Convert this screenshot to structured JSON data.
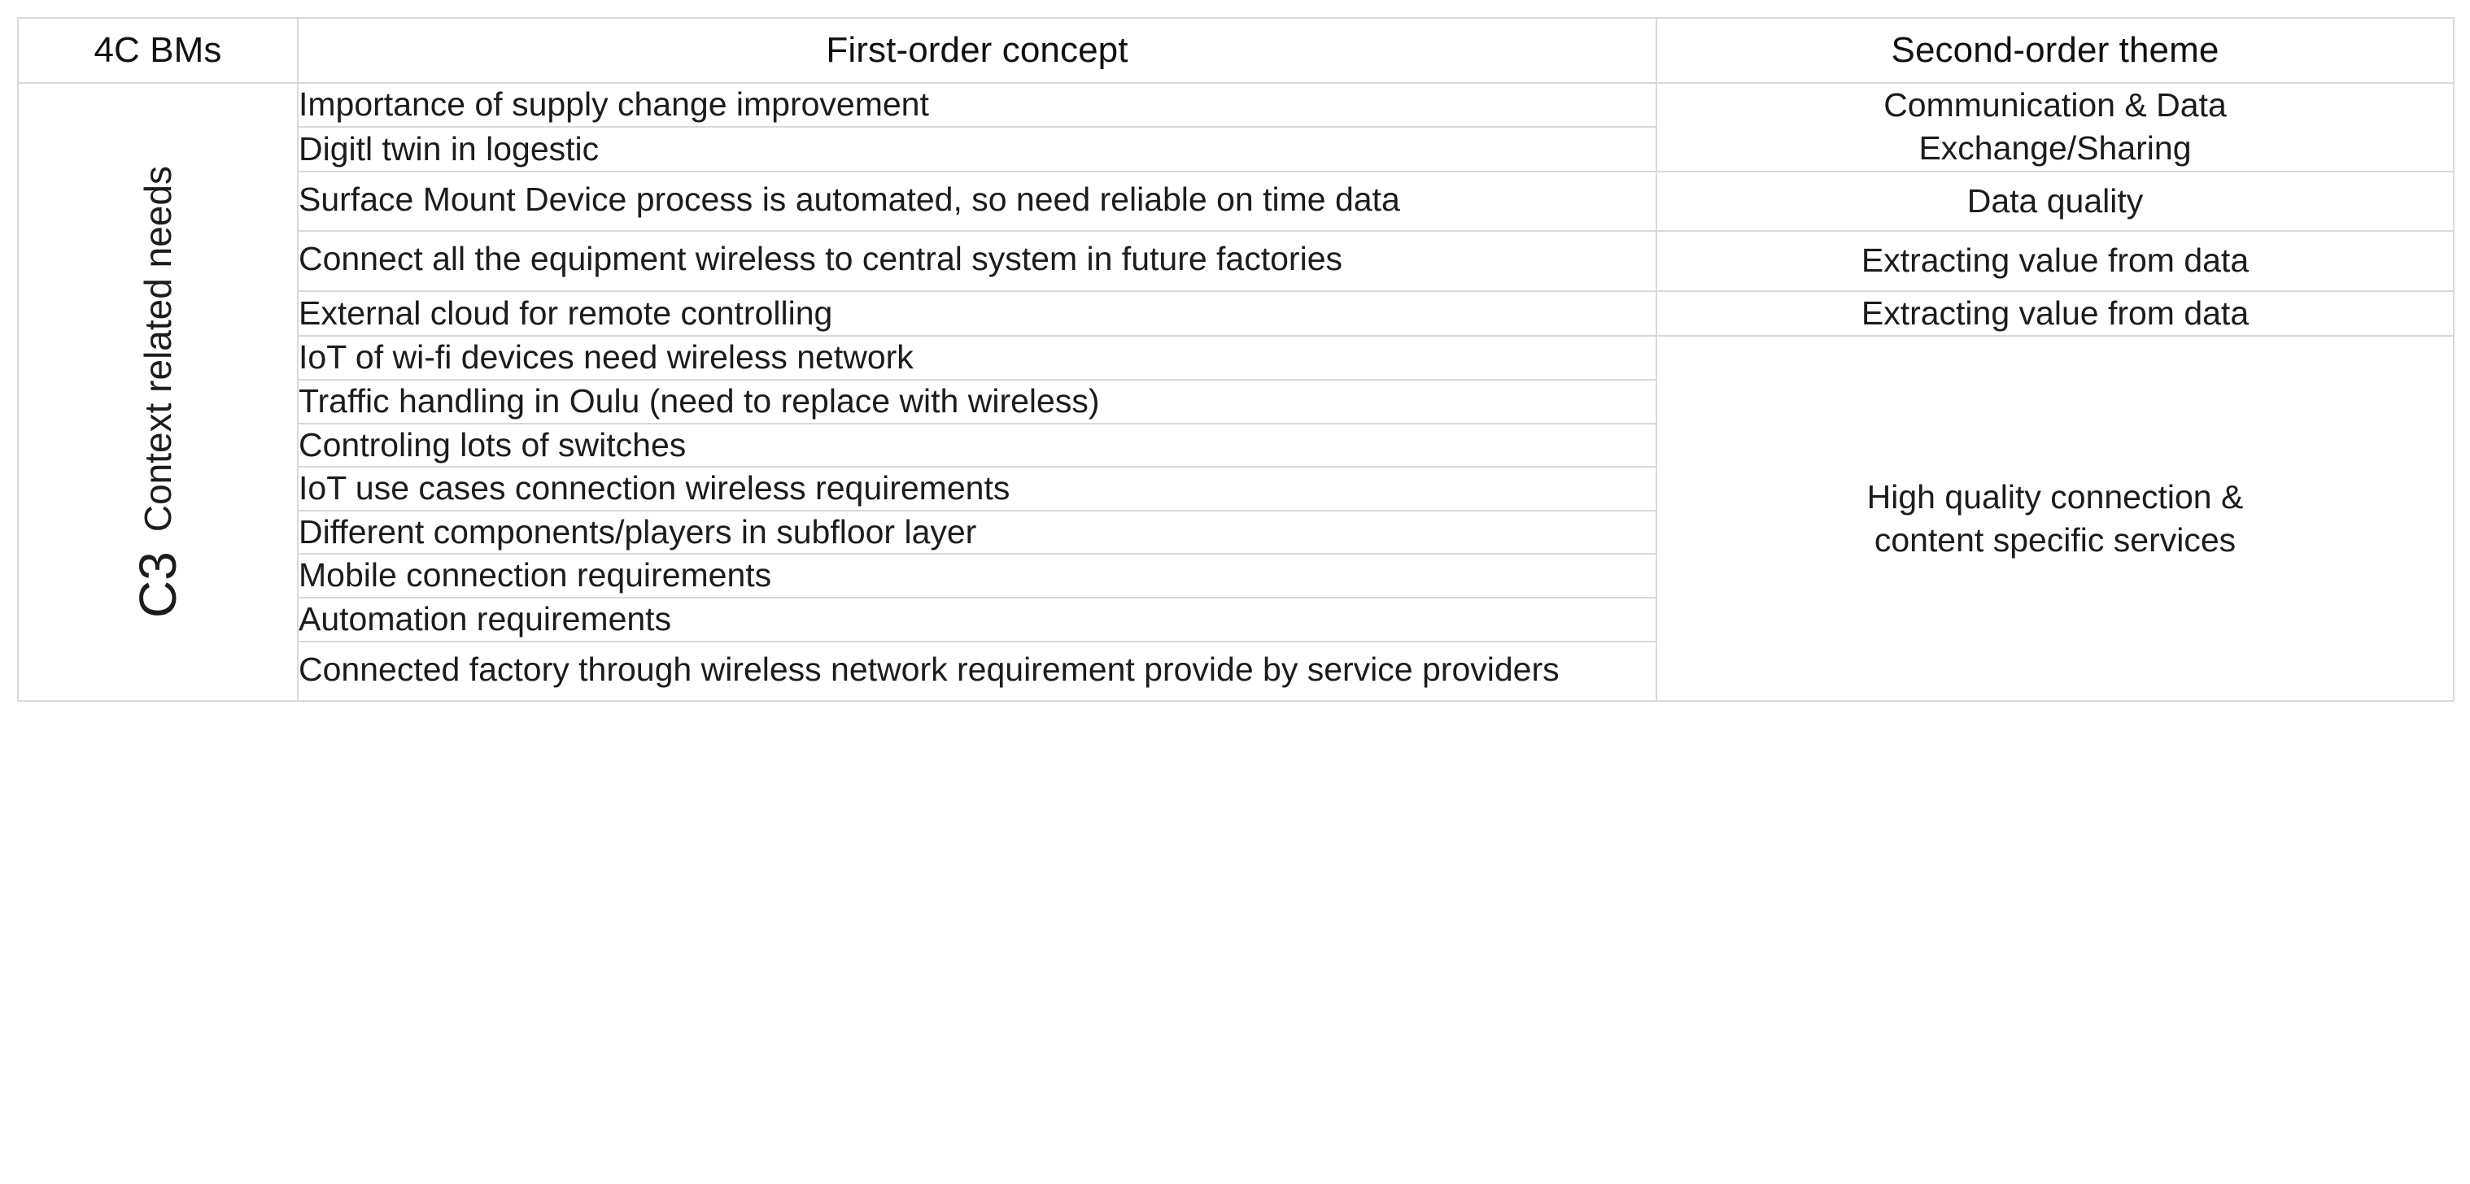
{
  "table": {
    "columns": [
      {
        "key": "bm",
        "header": "4C BMs"
      },
      {
        "key": "first",
        "header": "First-order concept"
      },
      {
        "key": "second",
        "header": "Second-order theme"
      }
    ],
    "row_group": {
      "code": "C3",
      "label": "Context related needs"
    },
    "first_order_concepts": [
      "Importance of supply change improvement",
      "Digitl twin in logestic",
      "Surface Mount Device process is automated, so need reliable on time data",
      " Connect all the equipment wireless to central system in future factories",
      "External cloud for remote controlling",
      "IoT of wi-fi devices need wireless network",
      "Traffic handling in Oulu (need to replace with wireless)",
      "Controling lots of switches",
      "IoT use cases connection wireless requirements",
      "Different components/players in subfloor layer",
      "Mobile connection requirements",
      "Automation requirements",
      "Connected factory through wireless network requirement provide by service providers"
    ],
    "second_order_themes": [
      {
        "text": "Communication & Data Exchange/Sharing",
        "line1": "Communication & Data",
        "line2": "Exchange/Sharing",
        "span": 2
      },
      {
        "text": "Data quality",
        "line1": "Data quality",
        "line2": "",
        "span": 1
      },
      {
        "text": "Extracting value from data",
        "line1": "Extracting value from data",
        "line2": "",
        "span": 1
      },
      {
        "text": "Extracting value from data",
        "line1": "Extracting value from data",
        "line2": "",
        "span": 1
      },
      {
        "text": "High quality connection & content specific services",
        "line1": "High quality connection &",
        "line2": "content specific services",
        "span": 8
      }
    ]
  },
  "colors": {
    "border": "#d9d9d9",
    "text": "#1c1c1c",
    "background": "#ffffff"
  }
}
